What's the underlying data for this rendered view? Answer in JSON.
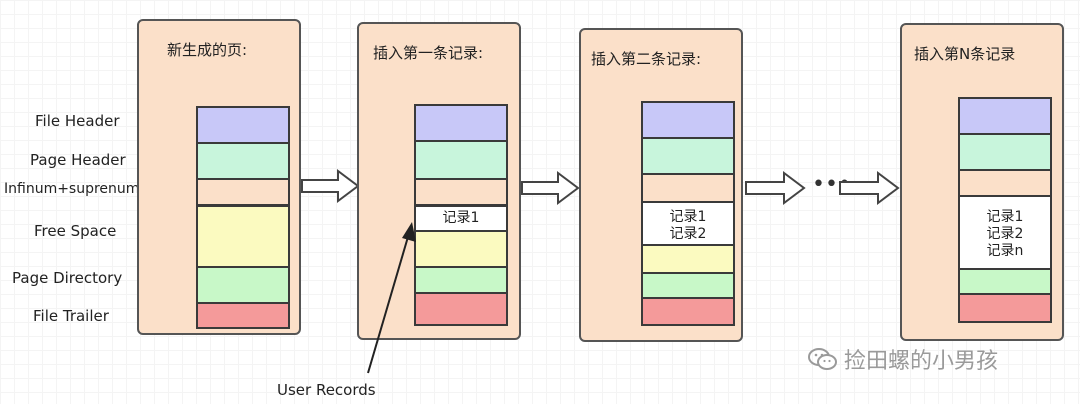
{
  "row_labels": {
    "file_header": "File Header",
    "page_header": "Page Header",
    "infimum_supremum": "Infinum+suprenum",
    "free_space": "Free Space",
    "page_directory": "Page Directory",
    "file_trailer": "File Trailer"
  },
  "panels": {
    "p1": {
      "title": "新生成的页:"
    },
    "p2": {
      "title": "插入第一条记录:",
      "record_1": "记录1"
    },
    "p3": {
      "title": "插入第二条记录:",
      "record_1": "记录1",
      "record_2": "记录2"
    },
    "p4": {
      "title": "插入第N条记录",
      "record_1": "记录1",
      "record_2": "记录2",
      "record_n": "记录n"
    }
  },
  "ellipsis": "•••",
  "user_records_label": "User Records",
  "watermark_text": "捡田螺的小男孩",
  "colors": {
    "panel_bg": "#fbe0c9",
    "file_header": "#c8c8f8",
    "page_header": "#c8f5dc",
    "infimum": "#fbe0c9",
    "free_space": "#fbfac0",
    "page_directory": "#c8f8c8",
    "file_trailer": "#f49a9a",
    "record": "#ffffff"
  }
}
